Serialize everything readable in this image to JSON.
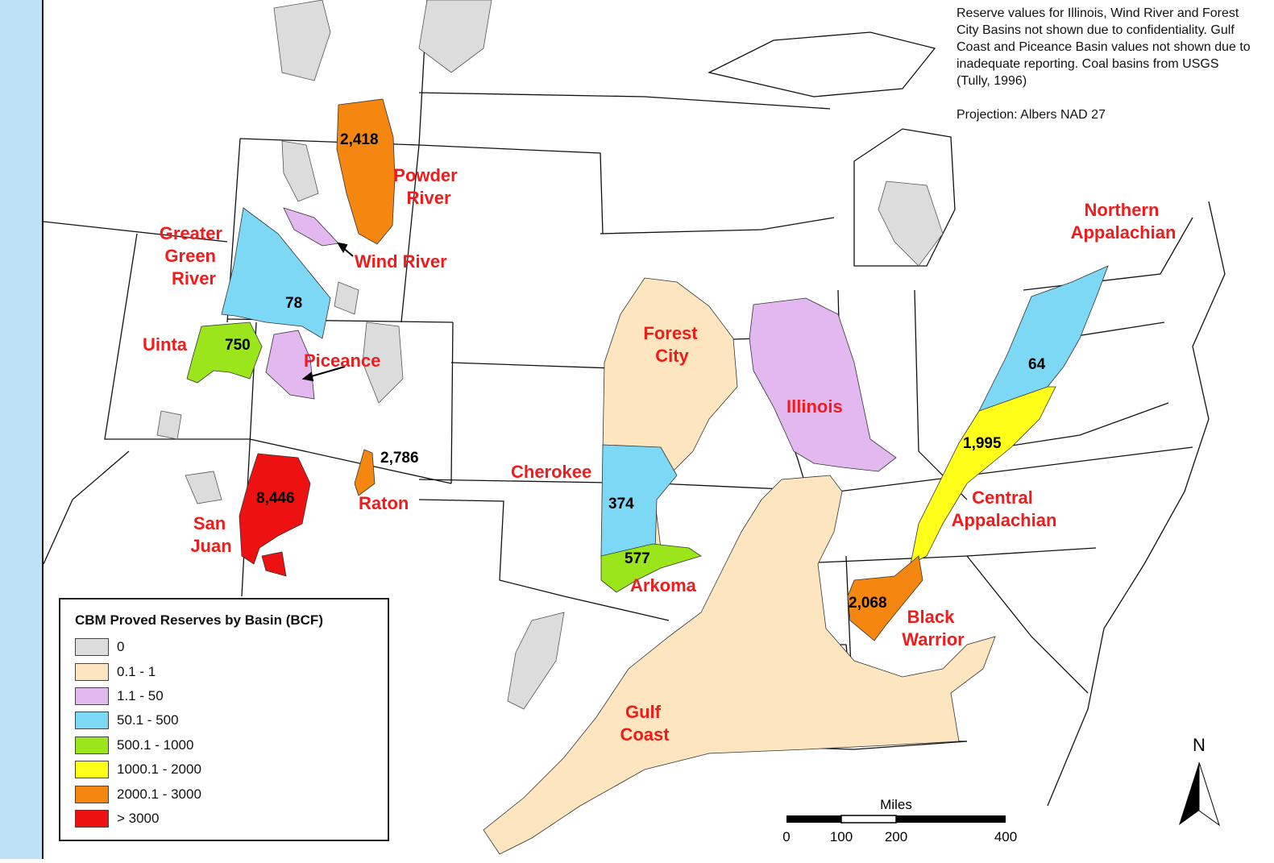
{
  "notes": {
    "line1": "Reserve values for Illinois,  Wind River and Forest City Basins not shown due to  confidentiality. Gulf Coast and Piceance Basin values not shown due to inadequate reporting. Coal basins from USGS (Tully, 1996)",
    "projection": "Projection: Albers NAD 27"
  },
  "basins": [
    {
      "name": "Powder River",
      "lines": [
        "Powder",
        "River"
      ],
      "value": "2,418",
      "color": "#f5860f"
    },
    {
      "name": "Wind River",
      "lines": [
        "Wind River"
      ],
      "value": "",
      "color": "#e3b8f0"
    },
    {
      "name": "Greater Green River",
      "lines": [
        "Greater",
        "Green",
        "River"
      ],
      "value": "78",
      "color": "#7dd8f5"
    },
    {
      "name": "Uinta",
      "lines": [
        "Uinta"
      ],
      "value": "750",
      "color": "#9be61a"
    },
    {
      "name": "Piceance",
      "lines": [
        "Piceance"
      ],
      "value": "",
      "color": "#e3b8f0"
    },
    {
      "name": "San Juan",
      "lines": [
        "San",
        "Juan"
      ],
      "value": "8,446",
      "color": "#ee1111"
    },
    {
      "name": "Raton",
      "lines": [
        "Raton"
      ],
      "value": "2,786",
      "color": "#f5860f"
    },
    {
      "name": "Forest City",
      "lines": [
        "Forest",
        "City"
      ],
      "value": "",
      "color": "#fde6bf"
    },
    {
      "name": "Cherokee",
      "lines": [
        "Cherokee"
      ],
      "value": "374",
      "color": "#7dd8f5"
    },
    {
      "name": "Arkoma",
      "lines": [
        "Arkoma"
      ],
      "value": "577",
      "color": "#9be61a"
    },
    {
      "name": "Illinois",
      "lines": [
        "Illinois"
      ],
      "value": "",
      "color": "#e3b8f0"
    },
    {
      "name": "Northern Appalachian",
      "lines": [
        "Northern",
        "Appalachian"
      ],
      "value": "64",
      "color": "#7dd8f5"
    },
    {
      "name": "Central Appalachian",
      "lines": [
        "Central",
        "Appalachian"
      ],
      "value": "1,995",
      "color": "#ffff1a"
    },
    {
      "name": "Black Warrior",
      "lines": [
        "Black",
        "Warrior"
      ],
      "value": "2,068",
      "color": "#f5860f"
    },
    {
      "name": "Gulf Coast",
      "lines": [
        "Gulf",
        "Coast"
      ],
      "value": "",
      "color": "#fde6bf"
    }
  ],
  "legend": {
    "title": "CBM Proved Reserves by Basin (BCF)",
    "items": [
      {
        "label": "0",
        "color": "#dcdcdc"
      },
      {
        "label": "0.1 - 1",
        "color": "#fde6bf"
      },
      {
        "label": "1.1 - 50",
        "color": "#e3b8f0"
      },
      {
        "label": "50.1 - 500",
        "color": "#7dd8f5"
      },
      {
        "label": "500.1 - 1000",
        "color": "#9be61a"
      },
      {
        "label": "1000.1 - 2000",
        "color": "#ffff1a"
      },
      {
        "label": "2000.1 - 3000",
        "color": "#f5860f"
      },
      {
        "label": " > 3000",
        "color": "#ee1111"
      }
    ]
  },
  "scale": {
    "title": "Miles",
    "ticks": [
      "0",
      "100",
      "200",
      "400"
    ]
  },
  "north": "N"
}
